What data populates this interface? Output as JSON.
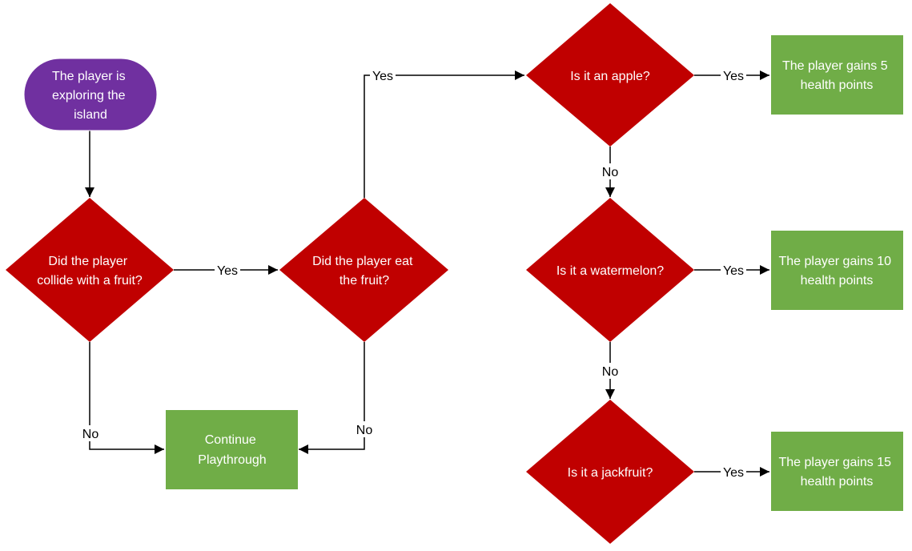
{
  "colors": {
    "start": "#7030a0",
    "decision": "#c00000",
    "process": "#70ad47",
    "line": "#000000",
    "node_text": "#ffffff"
  },
  "nodes": {
    "start": [
      "The player is",
      "exploring the",
      "island"
    ],
    "collide": [
      "Did the player",
      "collide with a fruit?"
    ],
    "eat": [
      "Did the player eat",
      "the fruit?"
    ],
    "continue": [
      "Continue",
      "Playthrough"
    ],
    "apple": [
      "Is it an apple?"
    ],
    "watermelon": [
      "Is it a watermelon?"
    ],
    "jackfruit": [
      "Is it a jackfruit?"
    ],
    "gain5": [
      "The player gains 5",
      "health points"
    ],
    "gain10": [
      "The player gains 10",
      "health points"
    ],
    "gain15": [
      "The player gains 15",
      "health points"
    ]
  },
  "edges": {
    "collide_yes": "Yes",
    "collide_no": "No",
    "eat_yes": "Yes",
    "eat_no": "No",
    "apple_yes": "Yes",
    "apple_no": "No",
    "watermelon_yes": "Yes",
    "watermelon_no": "No",
    "jackfruit_yes": "Yes"
  }
}
